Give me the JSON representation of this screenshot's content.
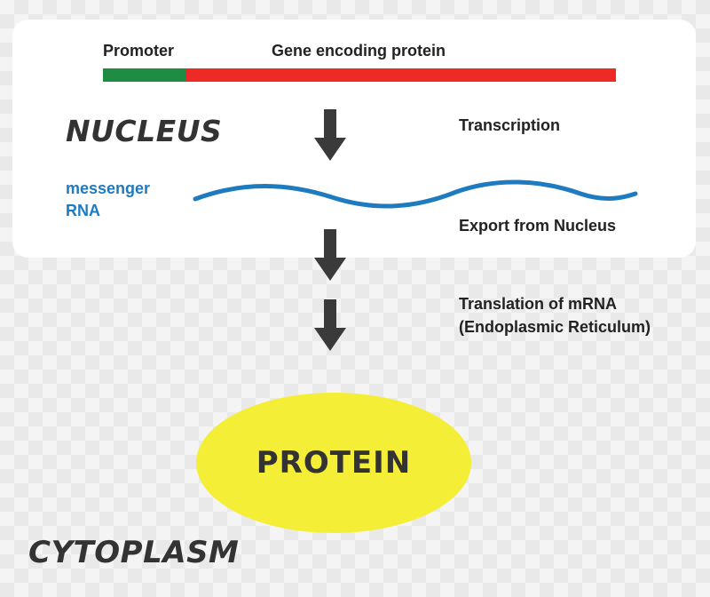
{
  "gene": {
    "promoter_label": "Promoter",
    "coding_label": "Gene encoding protein",
    "promoter_color": "#1e8c43",
    "coding_color": "#ee2a26"
  },
  "regions": {
    "nucleus": "NUCLEUS",
    "cytoplasm": "CYTOPLASM"
  },
  "mrna": {
    "line1": "messenger",
    "line2": "RNA",
    "color": "#1f7bbf"
  },
  "steps": {
    "transcription": "Transcription",
    "export": "Export from Nucleus",
    "translation_line1": "Translation of mRNA",
    "translation_line2": "(Endoplasmic Reticulum)"
  },
  "product": {
    "label": "PROTEIN",
    "color": "#f4ee36"
  },
  "colors": {
    "text_dark": "#222222",
    "arrow": "#3a3a3a"
  }
}
